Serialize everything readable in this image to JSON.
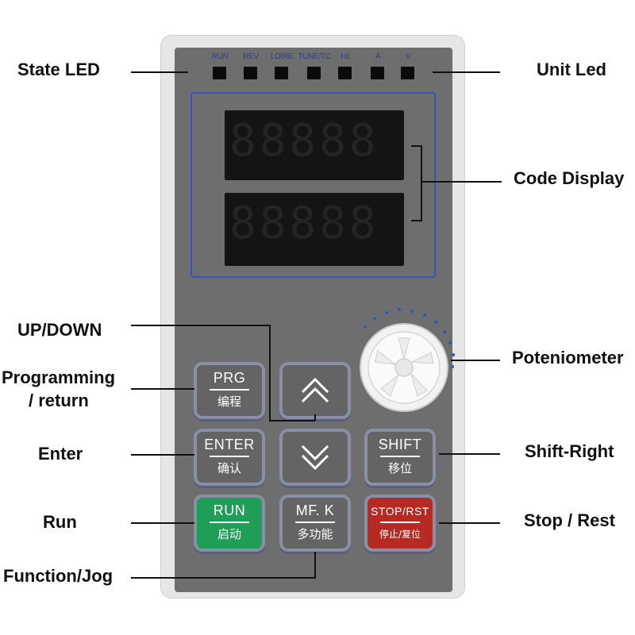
{
  "callouts": {
    "state_led": "State LED",
    "unit_led": "Unit Led",
    "code_display": "Code Display",
    "up_down": "UP/DOWN",
    "potentiometer": "Poteniometer",
    "programming_line1": "Programming",
    "programming_line2": "/ return",
    "enter": "Enter",
    "shift_right": "Shift-Right",
    "run": "Run",
    "stop_reset": "Stop / Rest",
    "function_jog": "Function/Jog"
  },
  "leds": {
    "run": "RUN",
    "rev": "REV",
    "loire": "LOIRE",
    "tune": "TUNE/TC",
    "hz": "Hz",
    "a": "A",
    "v": "V"
  },
  "display": {
    "row1": "88888",
    "row2": "88888"
  },
  "buttons": {
    "prg_main": "PRG",
    "prg_sub": "编程",
    "enter_main": "ENTER",
    "enter_sub": "确认",
    "shift_main": "SHIFT",
    "shift_sub": "移位",
    "run_main": "RUN",
    "run_sub": "启动",
    "mfk_main": "MF. K",
    "mfk_sub": "多功能",
    "stop_main": "STOP/RST",
    "stop_sub": "停止/复位"
  },
  "colors": {
    "run_button": "#1e9e57",
    "stop_button": "#b52a23",
    "panel_face": "#6e6e6e",
    "led_label": "#2b3f8f"
  }
}
